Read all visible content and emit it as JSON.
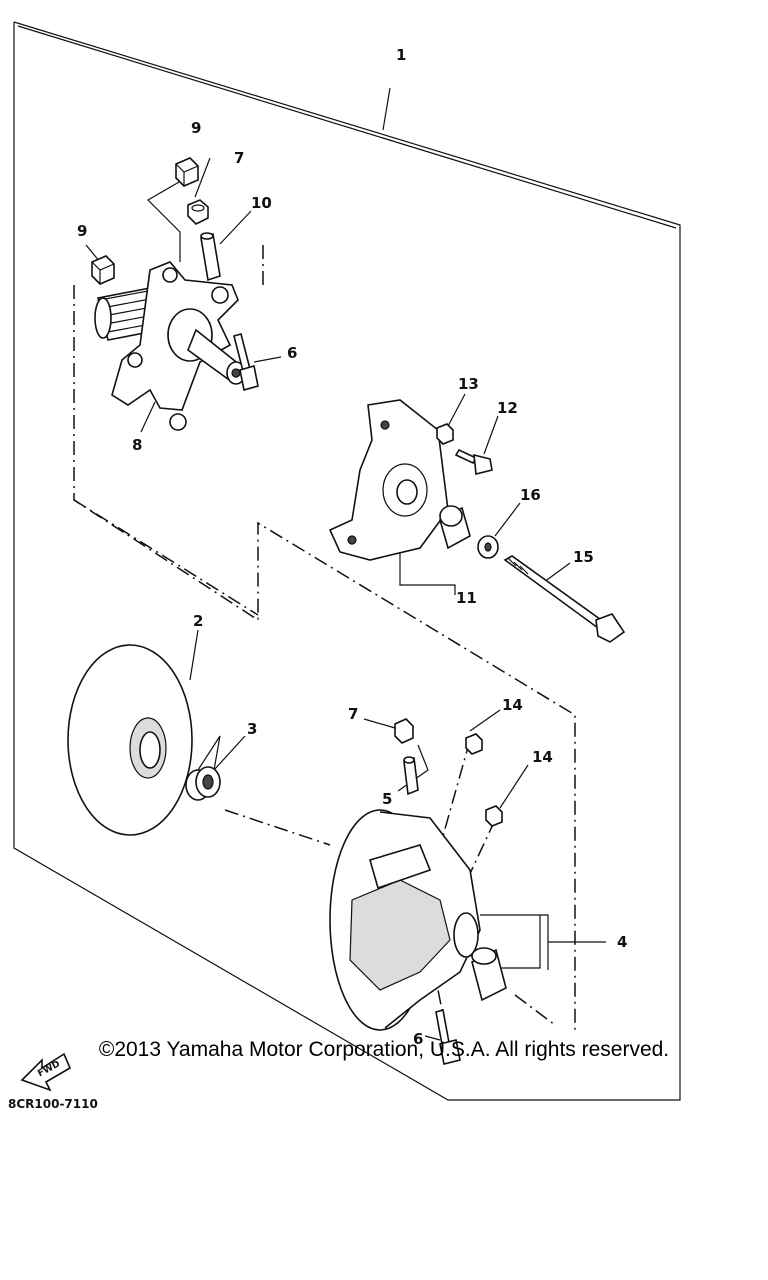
{
  "diagram": {
    "callouts": {
      "c1": "1",
      "c2": "2",
      "c3": "3",
      "c4": "4",
      "c5": "5",
      "c6a": "6",
      "c6b": "6",
      "c7a": "7",
      "c7b": "7",
      "c8": "8",
      "c9a": "9",
      "c9b": "9",
      "c10": "10",
      "c11": "11",
      "c12": "12",
      "c13": "13",
      "c14a": "14",
      "c14b": "14",
      "c15": "15",
      "c16": "16"
    },
    "fwd_label": "FWD",
    "figure_code": "8CR100-7110"
  },
  "footer": {
    "copyright": "©2013 Yamaha Motor Corporation, U.S.A. All rights reserved."
  }
}
